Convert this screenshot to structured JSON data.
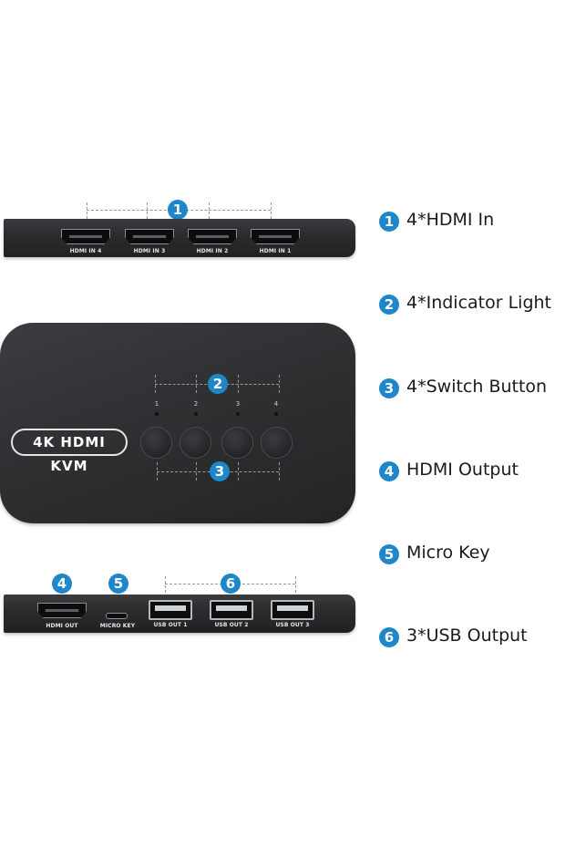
{
  "top_front": {
    "badge": "1",
    "ports": [
      "HDMI IN 4",
      "HDMI IN 3",
      "HDMI IN 2",
      "HDMI IN 1"
    ]
  },
  "top_view": {
    "logo": "4K HDMI KVM",
    "led_numbers": [
      "1",
      "2",
      "3",
      "4"
    ],
    "badge_leds": "2",
    "badge_buttons": "3"
  },
  "bottom_front": {
    "badge_hdmi_out": "4",
    "badge_micro_key": "5",
    "badge_usb": "6",
    "hdmi_out_label": "HDMI OUT",
    "micro_key_label": "MICRO KEY",
    "usb_labels": [
      "USB OUT 1",
      "USB OUT 2",
      "USB OUT 3"
    ]
  },
  "legend": [
    {
      "num": "1",
      "text": "4*HDMI In"
    },
    {
      "num": "2",
      "text": "4*Indicator Light"
    },
    {
      "num": "3",
      "text": "4*Switch Button"
    },
    {
      "num": "4",
      "text": "HDMI Output"
    },
    {
      "num": "5",
      "text": "Micro Key"
    },
    {
      "num": "6",
      "text": "3*USB Output"
    }
  ],
  "colors": {
    "badge": "#1f86c9",
    "device": "#2b2d2f",
    "background": "#ffffff"
  }
}
